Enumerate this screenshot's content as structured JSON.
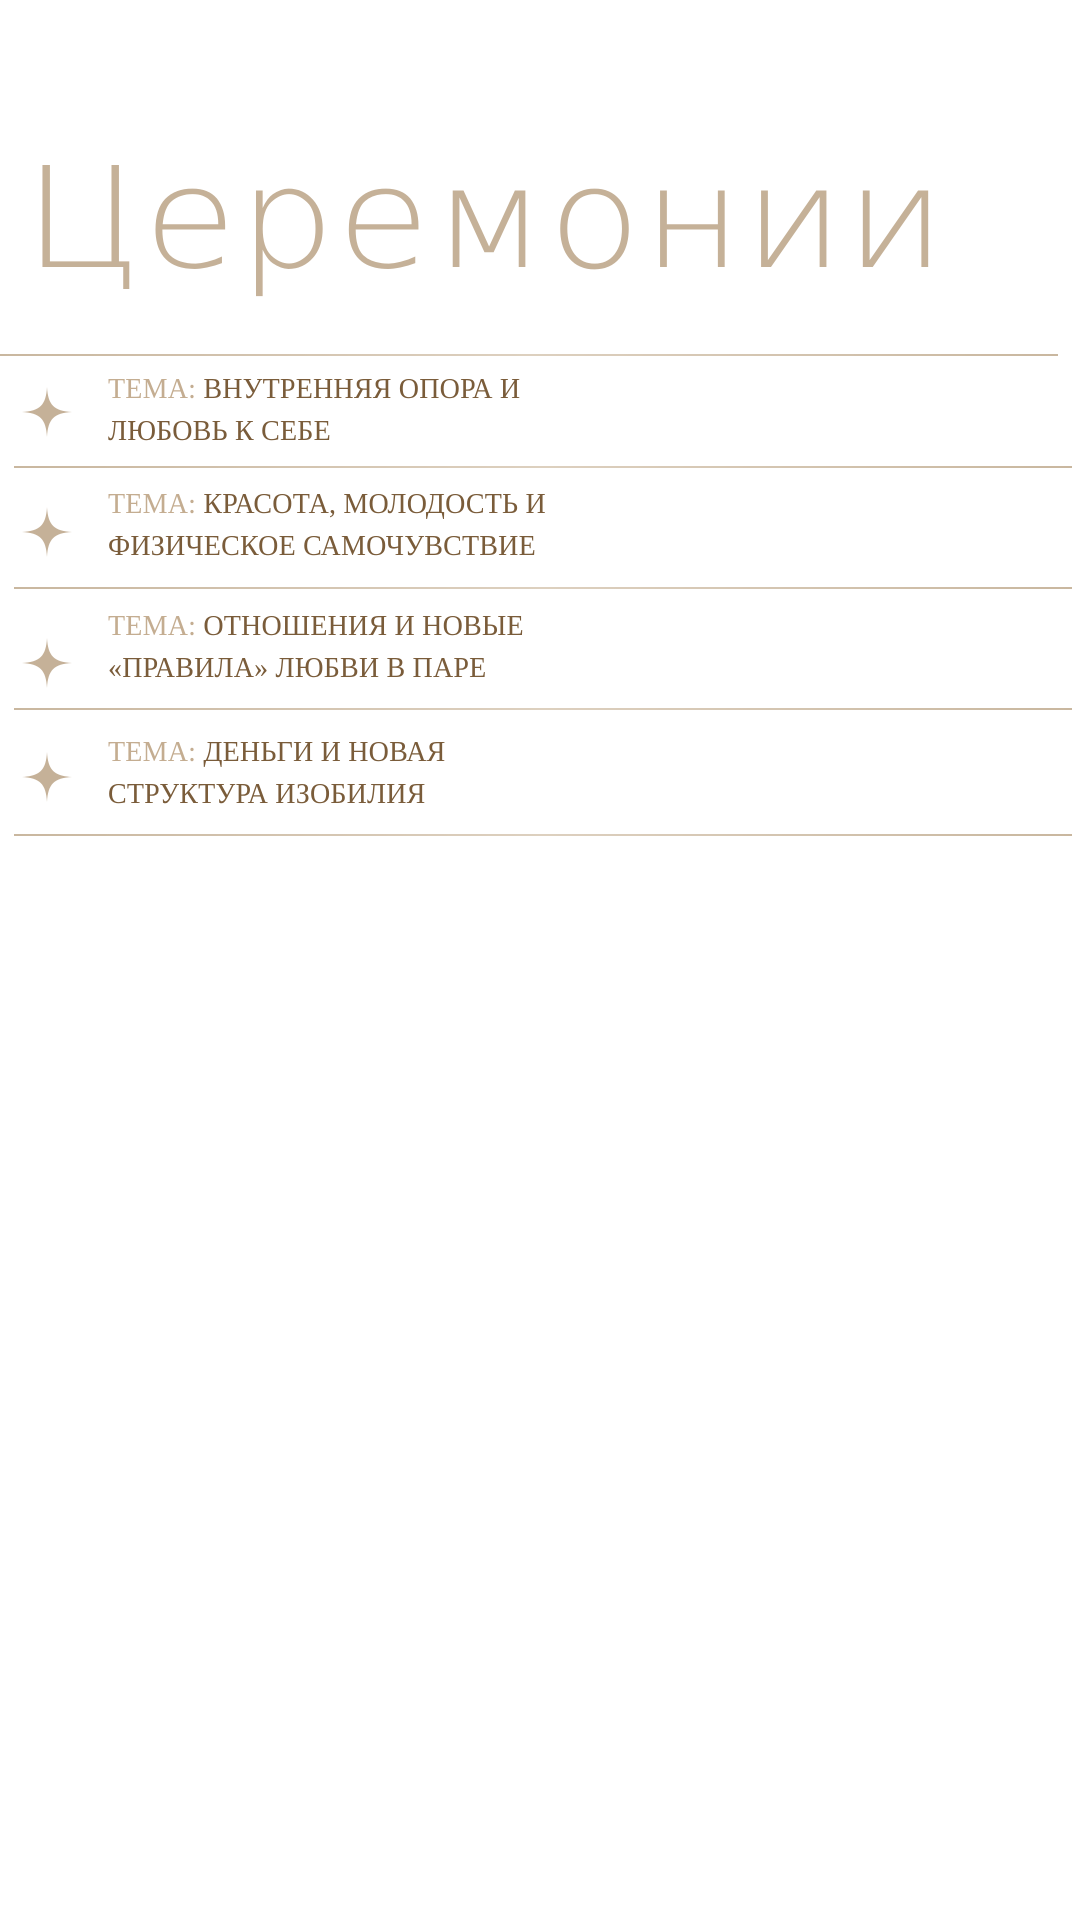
{
  "title": "Церемонии",
  "colors": {
    "title": "#c5b198",
    "label": "#c4ad91",
    "text": "#7a5c3a",
    "star": "#c5b198"
  },
  "items": [
    {
      "icon": "sparkle-star-icon",
      "label": "ТЕМА:",
      "line1": "ВНУТРЕННЯЯ ОПОРА И",
      "line2": "ЛЮБОВЬ К СЕБЕ"
    },
    {
      "icon": "sparkle-star-icon",
      "label": "ТЕМА:",
      "line1": "КРАСОТА, МОЛОДОСТЬ И",
      "line2": "ФИЗИЧЕСКОЕ САМОЧУВСТВИЕ"
    },
    {
      "icon": "sparkle-star-icon",
      "label": "ТЕМА:",
      "line1": "ОТНОШЕНИЯ И НОВЫЕ",
      "line2": "«ПРАВИЛА» ЛЮБВИ В ПАРЕ"
    },
    {
      "icon": "sparkle-star-icon",
      "label": "ТЕМА:",
      "line1": "ДЕНЬГИ И НОВАЯ",
      "line2": "СТРУКТУРА ИЗОБИЛИЯ"
    }
  ]
}
